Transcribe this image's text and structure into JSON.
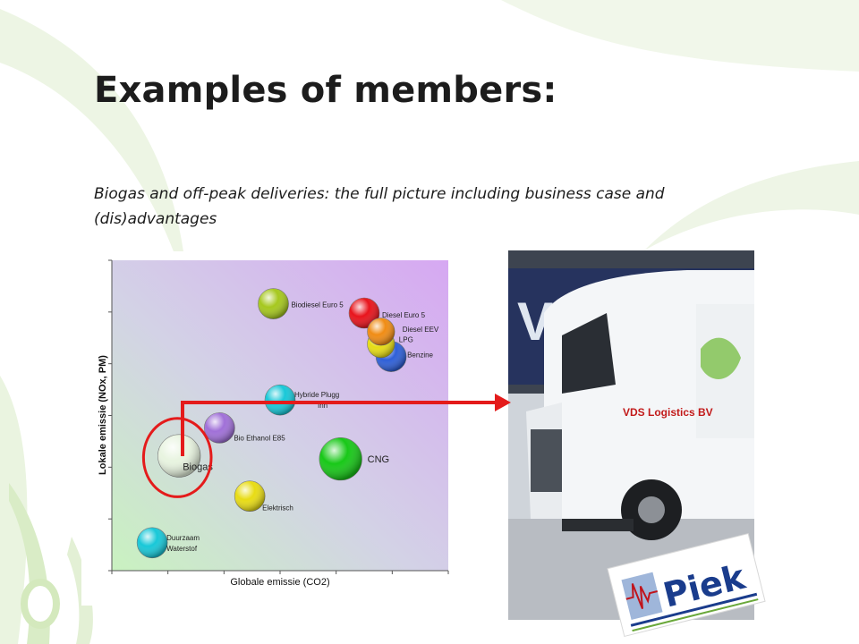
{
  "slide": {
    "title": "Examples of members:",
    "subtitle": "Biogas and off-peak deliveries: the full picture including business case and (dis)advantages"
  },
  "chart_data": {
    "type": "scatter",
    "xlabel": "Globale emissie (CO2)",
    "ylabel": "Lokale emissie (NOx, PM)",
    "xlim": [
      0,
      10
    ],
    "ylim": [
      0,
      10
    ],
    "grid": false,
    "points": [
      {
        "label": "Biodiesel Euro 5",
        "x": 4.8,
        "y": 8.6,
        "size": 1.0,
        "color": "#a6c81e"
      },
      {
        "label": "Diesel Euro 5",
        "x": 7.5,
        "y": 8.3,
        "size": 1.0,
        "color": "#e8141c"
      },
      {
        "label": "Benzine",
        "x": 8.3,
        "y": 6.9,
        "size": 1.0,
        "color": "#2e5fd8"
      },
      {
        "label": "LPG",
        "x": 8.0,
        "y": 7.3,
        "size": 0.9,
        "color": "#e6dc14"
      },
      {
        "label": "Diesel EEV",
        "x": 8.0,
        "y": 7.7,
        "size": 0.9,
        "color": "#f08c14"
      },
      {
        "label": "Hybride Plugg Inn",
        "x": 5.0,
        "y": 5.5,
        "size": 1.0,
        "color": "#18c8d8"
      },
      {
        "label": "Bio Ethanol E85",
        "x": 3.2,
        "y": 4.6,
        "size": 1.0,
        "color": "#a070d8"
      },
      {
        "label": "Biogas",
        "x": 2.0,
        "y": 3.7,
        "size": 1.4,
        "color": "#e8f4e0"
      },
      {
        "label": "CNG",
        "x": 6.8,
        "y": 3.6,
        "size": 1.4,
        "color": "#18c818"
      },
      {
        "label": "Elektrisch",
        "x": 4.1,
        "y": 2.4,
        "size": 1.0,
        "color": "#e8dc14"
      },
      {
        "label": "Duurzaam Waterstof",
        "x": 1.2,
        "y": 0.9,
        "size": 1.0,
        "color": "#18c8d8"
      }
    ]
  },
  "photo": {
    "truck_brand": "VDS Logistics BV",
    "sign_text": "VEC"
  },
  "logo": {
    "text": "Piek"
  }
}
